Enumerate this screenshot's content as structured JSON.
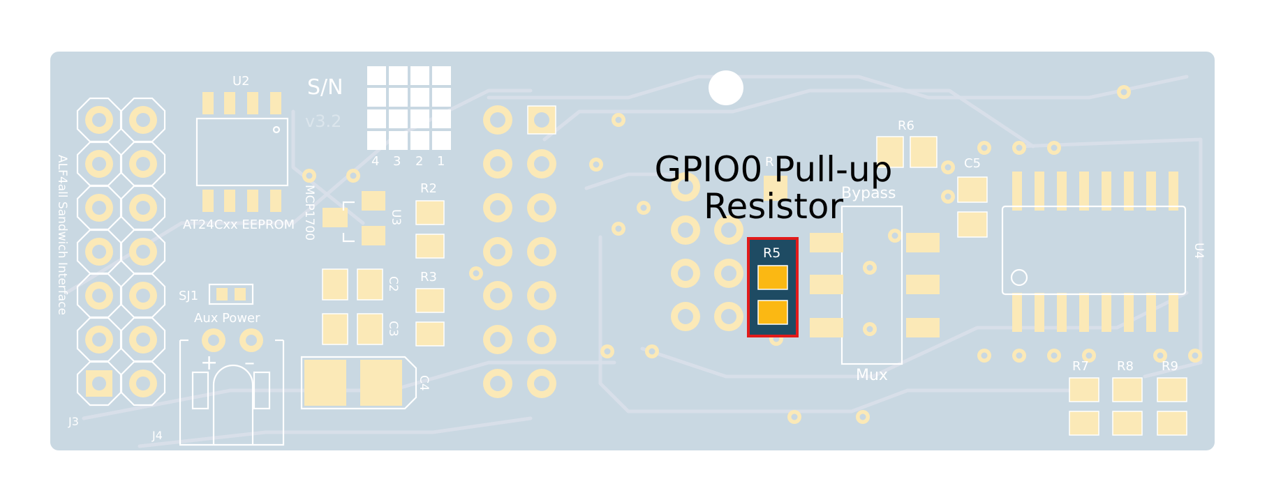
{
  "colors": {
    "board": "#c9d8e2",
    "silkscreen": "#ffffff",
    "pad": "#fbe9b7",
    "highlight_pad": "#fbb813",
    "highlight_bg": "#1e4b63",
    "highlight_border": "#e21a1a",
    "callout_text": "#000000"
  },
  "silkscreen": {
    "u2": "U2",
    "sn": "S/N",
    "version": "v3.2",
    "grid_numbers": [
      "4",
      "3",
      "2",
      "1"
    ],
    "eeprom": "AT24Cxx EEPROM",
    "mcp": "MCP1700",
    "u3": "U3",
    "r2": "R2",
    "r3": "R3",
    "c2": "C2",
    "c3": "C3",
    "c4": "C4",
    "sj1": "SJ1",
    "aux_power": "Aux Power",
    "plus": "+",
    "minus": "–",
    "j3": "J3",
    "j4": "J4",
    "interface": "ALF4all Sandwich Interface",
    "r6": "R6",
    "c5": "C5",
    "bypass": "Bypass",
    "mux": "Mux",
    "u4": "U4",
    "r7": "R7",
    "r8": "R8",
    "r9": "R9",
    "r_partial": "R"
  },
  "highlight": {
    "label": "R5",
    "callout_line1": "GPIO0 Pull-up",
    "callout_line2": "Resistor"
  }
}
